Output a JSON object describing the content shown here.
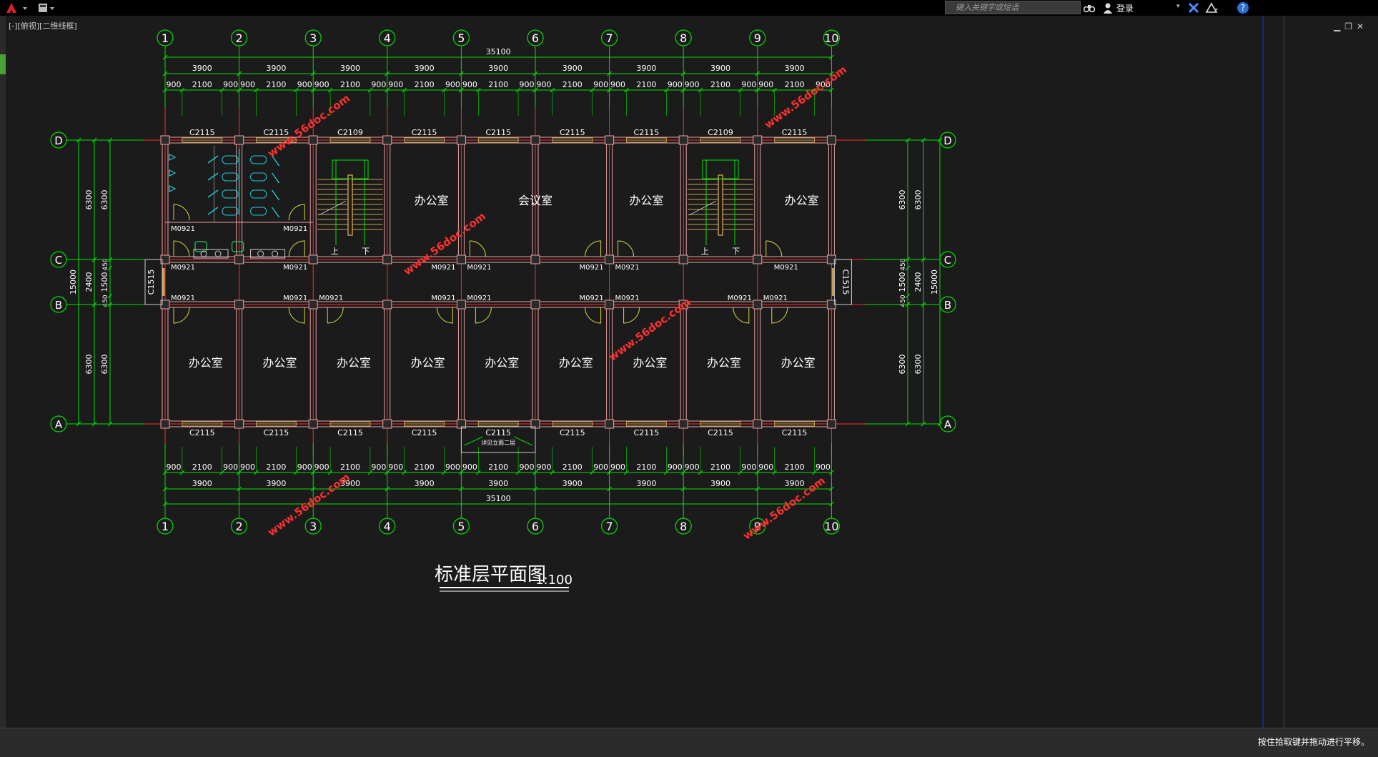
{
  "search": {
    "placeholder": "键入关键字或短语"
  },
  "toolbar": {
    "login_label": "登录"
  },
  "viewport": {
    "label": "[-][俯视][二维线框]"
  },
  "status": {
    "hint": "按住拾取键并拖动进行平移。"
  },
  "icons": [
    "app-menu-icon",
    "quick-access-icon",
    "binoculars-icon",
    "user-icon",
    "exchange-icon",
    "a360-icon",
    "help-icon",
    "minimize-icon",
    "restore-icon",
    "close-icon"
  ],
  "colors": {
    "dim": "#00e000",
    "wall": "#e8a0a0",
    "axis": "#ff2a2a",
    "window": "#c8a050",
    "stair": "#c8a050",
    "fixture": "#20c8d8",
    "door": "#d8d040",
    "watermark": "#ff3030",
    "bg": "#1b1b1b"
  },
  "drawing": {
    "title": "标准层平面图",
    "scale": "1:100",
    "axes_top": [
      "1",
      "2",
      "3",
      "4",
      "5",
      "6",
      "7",
      "8",
      "9",
      "10"
    ],
    "axes_side": [
      "D",
      "C",
      "B",
      "A"
    ],
    "total_width": "35100",
    "bay": "3900",
    "sub_dims": [
      "900",
      "2100",
      "900"
    ],
    "side_dims_outer": "15000",
    "side_dims": [
      "6300",
      "2400",
      "6300"
    ],
    "side_sub": [
      "450",
      "1500",
      "450"
    ],
    "top_windows": [
      "C2115",
      "C2115",
      "C2109",
      "C2115",
      "C2115",
      "C2115",
      "C2115",
      "C2109",
      "C2115"
    ],
    "bottom_windows": [
      "C2115",
      "C2115",
      "C2115",
      "C2115",
      "C2115",
      "C2115",
      "C2115",
      "C2115",
      "C2115"
    ],
    "end_window": "C1515",
    "door": "M0921",
    "bay_window_note": "详见立面二层",
    "rooms_top": [
      "办公室",
      "会议室",
      "办公室",
      "办公室"
    ],
    "rooms_bottom": [
      "办公室",
      "办公室",
      "办公室",
      "办公室",
      "办公室",
      "办公室",
      "办公室",
      "办公室",
      "办公室"
    ],
    "stair_up": "上",
    "stair_down": "下",
    "watermark": "www.56doc.com"
  }
}
